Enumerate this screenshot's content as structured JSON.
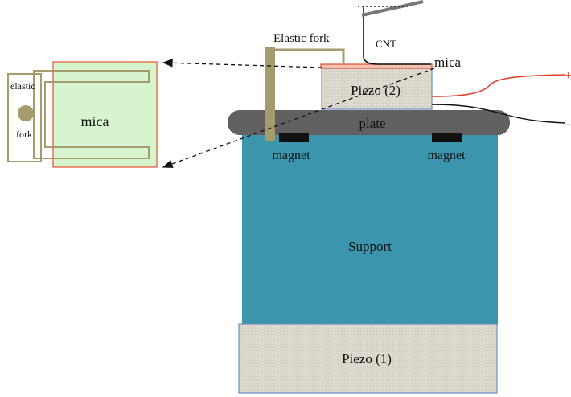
{
  "labels": {
    "cnt": "CNT",
    "elastic_fork": "Elastic fork",
    "mica_top": "mica",
    "piezo2": "Piezo (2)",
    "plate": "plate",
    "magnet_left": "magnet",
    "magnet_right": "magnet",
    "support": "Support",
    "piezo1": "Piezo (1)",
    "inset_elastic": "elastic",
    "inset_fork": "fork",
    "inset_mica": "mica",
    "plus": "+",
    "minus": "-"
  },
  "colors": {
    "support": "#3a95ad",
    "piezo": "#dcd7cc",
    "piezo_border": "#6a8fc4",
    "plate": "#606060",
    "magnet": "#111111",
    "fork": "#a59b6c",
    "mica_fill": "#d6f5cf",
    "mica_border": "#e2512f",
    "wire_red": "#e23a1f",
    "wire_black": "#111111"
  }
}
